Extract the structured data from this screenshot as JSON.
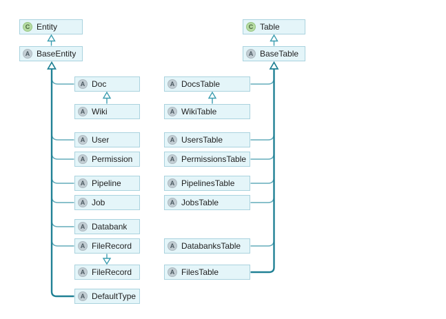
{
  "diagram": {
    "title": "Entity and Table class hierarchy diagram",
    "icon_legend": {
      "C": "class",
      "A": "abstract-class"
    },
    "colors": {
      "node_fill": "#e4f5f9",
      "node_border": "#a9d2de",
      "trunk_line": "#1f8094",
      "branch_line": "#62abba",
      "arrow_line": "#3a9db0",
      "text": "#1e1e1e",
      "class_icon_bg": "#b6dba3",
      "abstract_icon_bg": "#c2cdd3"
    },
    "nodes": [
      {
        "id": "entity",
        "label": "Entity",
        "icon": "C"
      },
      {
        "id": "base-entity",
        "label": "BaseEntity",
        "icon": "A"
      },
      {
        "id": "doc",
        "label": "Doc",
        "icon": "A"
      },
      {
        "id": "wiki",
        "label": "Wiki",
        "icon": "A"
      },
      {
        "id": "user",
        "label": "User",
        "icon": "A"
      },
      {
        "id": "permission",
        "label": "Permission",
        "icon": "A"
      },
      {
        "id": "pipeline",
        "label": "Pipeline",
        "icon": "A"
      },
      {
        "id": "job",
        "label": "Job",
        "icon": "A"
      },
      {
        "id": "databank",
        "label": "Databank",
        "icon": "A"
      },
      {
        "id": "filerecord-1",
        "label": "FileRecord",
        "icon": "A"
      },
      {
        "id": "filerecord-2",
        "label": "FileRecord",
        "icon": "A"
      },
      {
        "id": "defaulttype",
        "label": "DefaultType",
        "icon": "A"
      },
      {
        "id": "table",
        "label": "Table",
        "icon": "C"
      },
      {
        "id": "base-table",
        "label": "BaseTable",
        "icon": "A"
      },
      {
        "id": "docs-table",
        "label": "DocsTable",
        "icon": "A"
      },
      {
        "id": "wiki-table",
        "label": "WikiTable",
        "icon": "A"
      },
      {
        "id": "users-table",
        "label": "UsersTable",
        "icon": "A"
      },
      {
        "id": "permissions-table",
        "label": "PermissionsTable",
        "icon": "A"
      },
      {
        "id": "pipelines-table",
        "label": "PipelinesTable",
        "icon": "A"
      },
      {
        "id": "jobs-table",
        "label": "JobsTable",
        "icon": "A"
      },
      {
        "id": "databanks-table",
        "label": "DatabanksTable",
        "icon": "A"
      },
      {
        "id": "files-table",
        "label": "FilesTable",
        "icon": "A"
      }
    ],
    "edges": [
      {
        "from": "BaseEntity",
        "to": "Entity",
        "type": "extends"
      },
      {
        "from": "Doc",
        "to": "BaseEntity",
        "type": "extends"
      },
      {
        "from": "Wiki",
        "to": "Doc",
        "type": "extends"
      },
      {
        "from": "User",
        "to": "BaseEntity",
        "type": "extends"
      },
      {
        "from": "Permission",
        "to": "BaseEntity",
        "type": "extends"
      },
      {
        "from": "Pipeline",
        "to": "BaseEntity",
        "type": "extends"
      },
      {
        "from": "Job",
        "to": "BaseEntity",
        "type": "extends"
      },
      {
        "from": "Databank",
        "to": "BaseEntity",
        "type": "extends"
      },
      {
        "from": "FileRecord",
        "to": "BaseEntity",
        "type": "extends"
      },
      {
        "from": "FileRecord",
        "to": "FileRecord",
        "type": "extends"
      },
      {
        "from": "DefaultType",
        "to": "BaseEntity",
        "type": "extends"
      },
      {
        "from": "BaseTable",
        "to": "Table",
        "type": "extends"
      },
      {
        "from": "DocsTable",
        "to": "BaseTable",
        "type": "extends"
      },
      {
        "from": "WikiTable",
        "to": "DocsTable",
        "type": "extends"
      },
      {
        "from": "UsersTable",
        "to": "BaseTable",
        "type": "extends"
      },
      {
        "from": "PermissionsTable",
        "to": "BaseTable",
        "type": "extends"
      },
      {
        "from": "PipelinesTable",
        "to": "BaseTable",
        "type": "extends"
      },
      {
        "from": "JobsTable",
        "to": "BaseTable",
        "type": "extends"
      },
      {
        "from": "DatabanksTable",
        "to": "BaseTable",
        "type": "extends"
      },
      {
        "from": "FilesTable",
        "to": "BaseTable",
        "type": "extends"
      }
    ]
  }
}
